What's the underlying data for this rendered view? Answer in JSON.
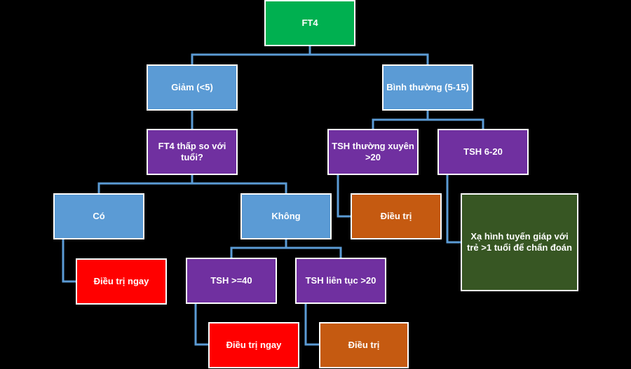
{
  "diagram": {
    "colors": {
      "green": "#00b050",
      "blue": "#5b9bd5",
      "purple": "#7030a0",
      "orange": "#c55a11",
      "red": "#ff0000",
      "dark_green": "#375623",
      "connector": "#5b9bd5",
      "background": "#000000"
    },
    "nodes": {
      "root": "FT4",
      "low": "Giảm (<5)",
      "normal": "Bình thường (5-15)",
      "ft4_low_for_age": "FT4 thấp so với tuổi?",
      "yes": "Có",
      "no": "Không",
      "treat_now_yes": "Điều trị ngay",
      "tsh_ge_40": "TSH >=40",
      "tsh_persistent_gt_20": "TSH liên tục >20",
      "treat_now_tsh40": "Điều trị ngay",
      "treat_persistent": "Điều trị",
      "tsh_regular_gt_20": "TSH thường xuyên >20",
      "tsh_6_20": "TSH 6-20",
      "treat_regular": "Điều trị",
      "thyroid_scan": "Xạ hình tuyến giáp với trẻ >1 tuổi để chẩn đoán"
    }
  }
}
